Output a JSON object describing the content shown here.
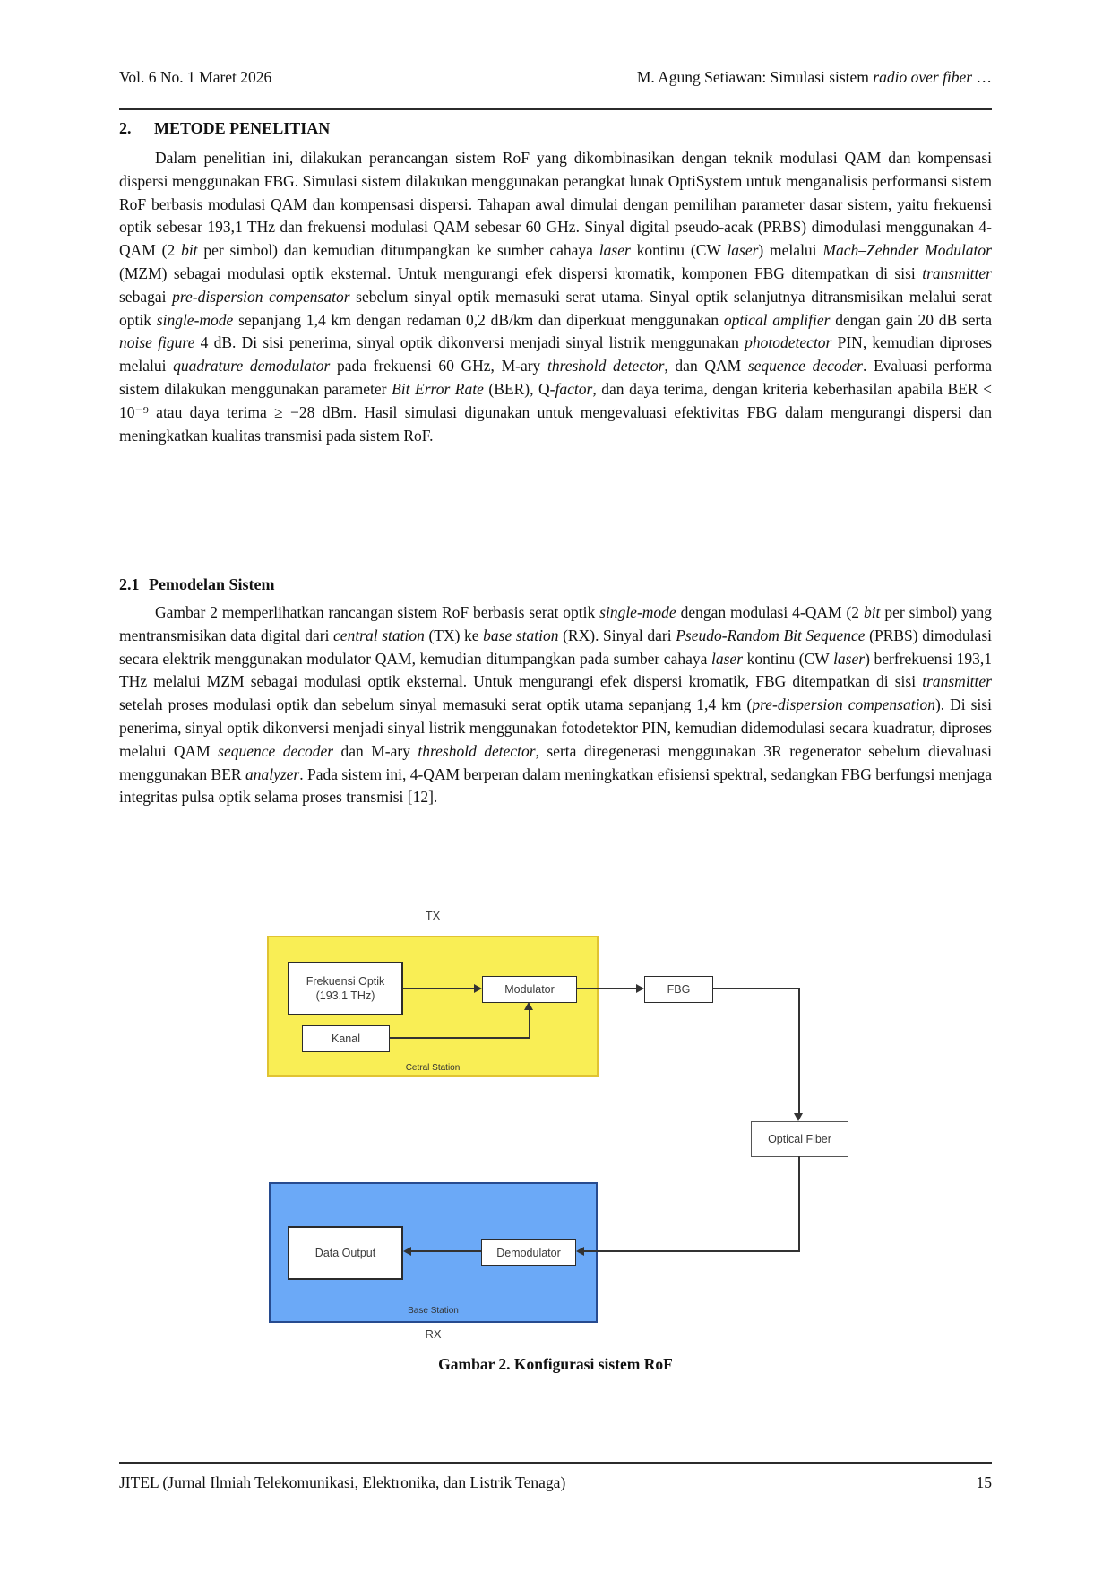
{
  "header": {
    "left": "Vol. 6 No. 1 Maret 2026",
    "right_prefix": "M. Agung Setiawan: Simulasi sistem ",
    "right_italic": "radio over fiber",
    "right_suffix": " …"
  },
  "section2": {
    "number": "2.",
    "title": "METODE PENELITIAN"
  },
  "section21": {
    "number": "2.1",
    "title": "Pemodelan Sistem"
  },
  "paragraphs": {
    "p1": [
      {
        "t": "Dalam penelitian ini, dilakukan perancangan sistem RoF yang dikombinasikan dengan teknik modulasi QAM dan kompensasi dispersi menggunakan FBG. Simulasi sistem dilakukan menggunakan perangkat lunak OptiSystem untuk menganalisis performansi sistem RoF berbasis modulasi QAM dan kompensasi dispersi. Tahapan awal dimulai dengan pemilihan parameter dasar sistem, yaitu frekuensi optik sebesar 193,1 THz dan frekuensi modulasi QAM sebesar 60 GHz. Sinyal digital pseudo-acak (PRBS) dimodulasi menggunakan 4-QAM (2 "
      },
      {
        "t": "bit",
        "i": true
      },
      {
        "t": " per simbol) dan kemudian ditumpangkan ke sumber cahaya "
      },
      {
        "t": "laser",
        "i": true
      },
      {
        "t": " kontinu (CW "
      },
      {
        "t": "laser",
        "i": true
      },
      {
        "t": ") melalui "
      },
      {
        "t": "Mach–Zehnder Modulator",
        "i": true
      },
      {
        "t": " (MZM) sebagai modulasi optik eksternal. Untuk mengurangi efek dispersi kromatik, komponen FBG ditempatkan di sisi "
      },
      {
        "t": "transmitter",
        "i": true
      },
      {
        "t": " sebagai "
      },
      {
        "t": "pre-dispersion compensator",
        "i": true
      },
      {
        "t": " sebelum sinyal optik memasuki serat utama. Sinyal optik selanjutnya ditransmisikan melalui serat optik "
      },
      {
        "t": "single-mode",
        "i": true
      },
      {
        "t": " sepanjang 1,4 km dengan redaman 0,2 dB/km dan diperkuat menggunakan "
      },
      {
        "t": "optical amplifier",
        "i": true
      },
      {
        "t": " dengan gain 20 dB serta "
      },
      {
        "t": "noise figure",
        "i": true
      },
      {
        "t": " 4 dB. Di sisi penerima, sinyal optik dikonversi menjadi sinyal listrik menggunakan "
      },
      {
        "t": "photodetector",
        "i": true
      },
      {
        "t": " PIN, kemudian diproses melalui "
      },
      {
        "t": "quadrature demodulator",
        "i": true
      },
      {
        "t": " pada frekuensi 60 GHz, M-ary "
      },
      {
        "t": "threshold detector",
        "i": true
      },
      {
        "t": ", dan QAM "
      },
      {
        "t": "sequence decoder",
        "i": true
      },
      {
        "t": ". Evaluasi performa sistem dilakukan menggunakan parameter "
      },
      {
        "t": "Bit Error Rate",
        "i": true
      },
      {
        "t": " (BER), Q-"
      },
      {
        "t": "factor",
        "i": true
      },
      {
        "t": ", dan daya terima, dengan kriteria keberhasilan apabila BER < 10⁻⁹ atau daya terima ≥ −28 dBm. Hasil simulasi digunakan untuk mengevaluasi efektivitas FBG dalam mengurangi dispersi dan meningkatkan kualitas transmisi pada sistem RoF."
      }
    ],
    "p2": [
      {
        "t": "Gambar 2 memperlihatkan rancangan sistem RoF berbasis serat optik "
      },
      {
        "t": "single-mode",
        "i": true
      },
      {
        "t": " dengan modulasi 4-QAM (2 "
      },
      {
        "t": "bit",
        "i": true
      },
      {
        "t": " per simbol) yang mentransmisikan data digital dari "
      },
      {
        "t": "central station",
        "i": true
      },
      {
        "t": " (TX) ke "
      },
      {
        "t": "base station",
        "i": true
      },
      {
        "t": " (RX). Sinyal dari "
      },
      {
        "t": "Pseudo-Random Bit Sequence",
        "i": true
      },
      {
        "t": " (PRBS) dimodulasi secara elektrik menggunakan modulator QAM, kemudian ditumpangkan pada sumber cahaya "
      },
      {
        "t": "laser",
        "i": true
      },
      {
        "t": " kontinu (CW "
      },
      {
        "t": "laser",
        "i": true
      },
      {
        "t": ") berfrekuensi 193,1 THz melalui MZM sebagai modulasi optik eksternal. Untuk mengurangi efek dispersi kromatik, FBG ditempatkan di sisi "
      },
      {
        "t": "transmitter",
        "i": true
      },
      {
        "t": " setelah proses modulasi optik dan sebelum sinyal memasuki serat optik utama sepanjang 1,4 km ("
      },
      {
        "t": "pre-dispersion compensation",
        "i": true
      },
      {
        "t": "). Di sisi penerima, sinyal optik dikonversi menjadi sinyal listrik menggunakan fotodetektor PIN, kemudian didemodulasi secara kuadratur, diproses melalui QAM "
      },
      {
        "t": "sequence decoder",
        "i": true
      },
      {
        "t": " dan M-ary "
      },
      {
        "t": "threshold detector",
        "i": true
      },
      {
        "t": ", serta diregenerasi menggunakan 3R regenerator sebelum dievaluasi menggunakan BER "
      },
      {
        "t": "analyzer",
        "i": true
      },
      {
        "t": ". Pada sistem ini, 4-QAM berperan dalam meningkatkan efisiensi spektral, sedangkan FBG berfungsi menjaga integritas pulsa optik selama proses transmisi [12]."
      }
    ]
  },
  "figure": {
    "tx_label": "TX",
    "rx_label": "RX",
    "tx_station_label": "Cetral Station",
    "rx_station_label": "Base Station",
    "blocks": {
      "freq_line1": "Frekuensi Optik",
      "freq_line2": "(193.1 THz)",
      "kanal": "Kanal",
      "modulator": "Modulator",
      "fbg": "FBG",
      "optical_fiber": "Optical Fiber",
      "data_output": "Data Output",
      "demodulator": "Demodulator"
    },
    "caption": "Gambar 2. Konfigurasi sistem RoF",
    "colors": {
      "tx_fill": "#F9EE55",
      "tx_border": "#E0C332",
      "rx_fill": "#6BA9F7",
      "rx_border": "#274B8F",
      "line": "#333333"
    }
  },
  "footer": {
    "left": "JITEL (Jurnal Ilmiah Telekomunikasi, Elektronika, dan Listrik Tenaga)",
    "page_number": "15"
  }
}
